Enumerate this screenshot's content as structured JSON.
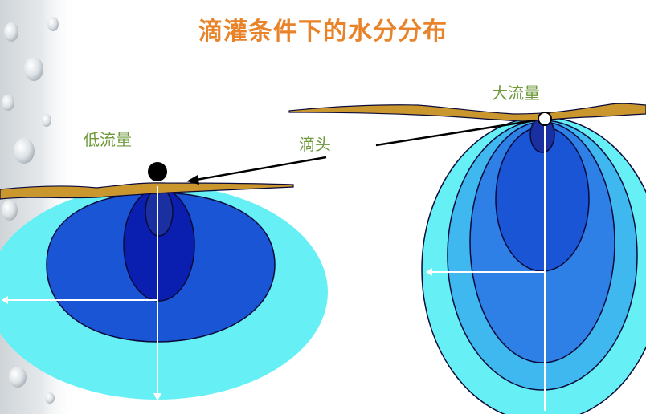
{
  "title": "滴灌条件下的水分分布",
  "labels": {
    "low_flow": "低流量",
    "high_flow": "大流量",
    "emitter": "滴头"
  },
  "colors": {
    "title": "#E8832A",
    "label": "#6E9A3A",
    "soil_surface": "#C9972E",
    "outer_zone": "#66F0F5",
    "zone_cyan": "#3FB8F0",
    "zone_mid": "#2E7FE6",
    "zone_blue": "#1A55D6",
    "zone_deep": "#0A1FB0",
    "zone_core": "#1A2FA0",
    "outline": "#0A0A3A",
    "axis": "#ffffff",
    "arrow": "#000000"
  },
  "icons": {
    "background": "water-droplets-texture"
  }
}
